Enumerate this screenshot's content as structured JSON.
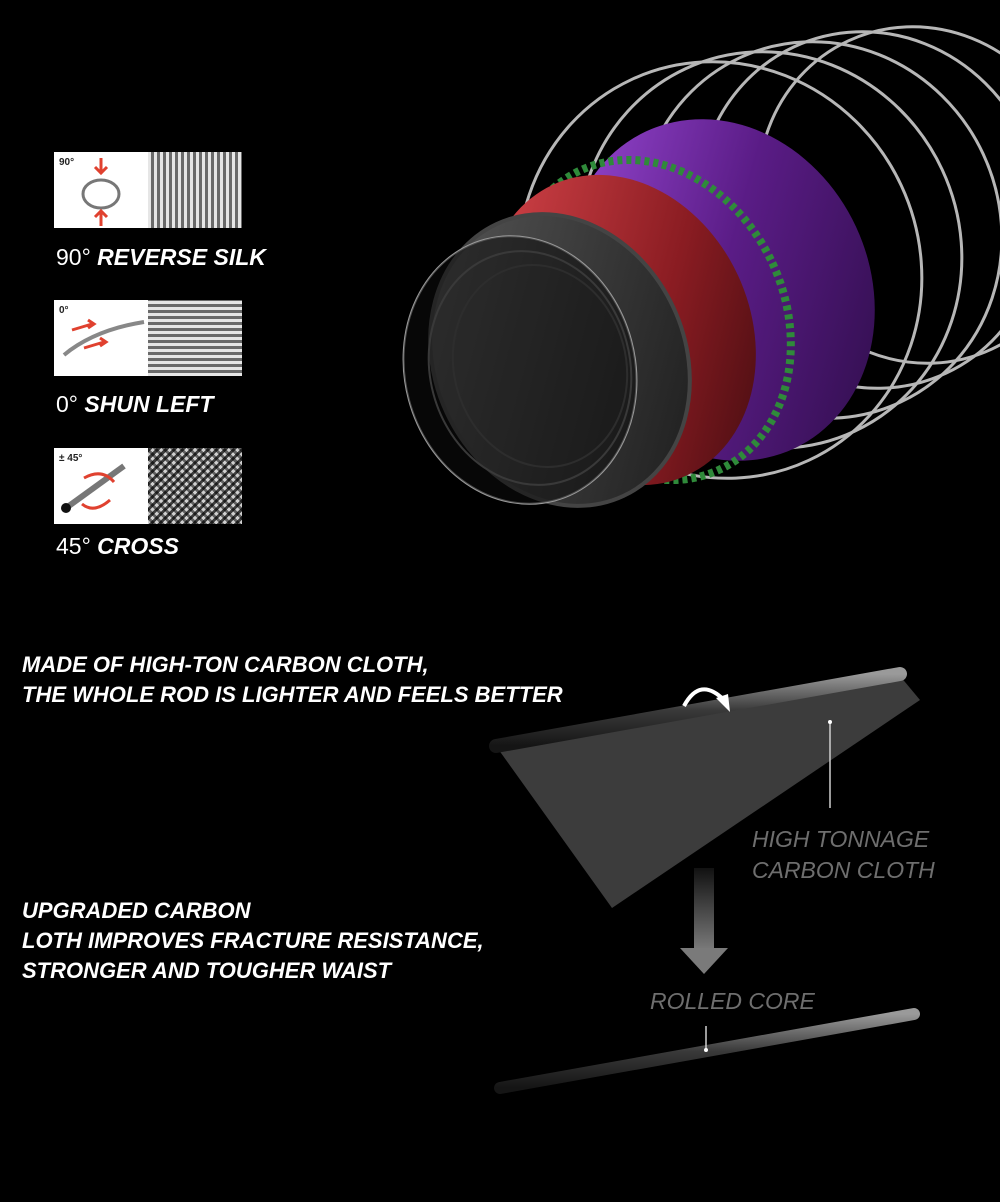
{
  "layers": [
    {
      "angle": "90°",
      "degree_text": "90°",
      "name": "REVERSE SILK"
    },
    {
      "angle": "0°",
      "degree_text": "0°",
      "name": "SHUN LEFT"
    },
    {
      "angle": "± 45°",
      "degree_text": "45°",
      "name": "CROSS"
    }
  ],
  "features": [
    {
      "lines": [
        "MADE OF HIGH-TON CARBON CLOTH,",
        "THE WHOLE ROD IS LIGHTER AND FEELS BETTER"
      ]
    },
    {
      "lines": [
        "UPGRADED CARBON",
        "LOTH IMPROVES FRACTURE RESISTANCE,",
        "STRONGER AND TOUGHER WAIST"
      ]
    }
  ],
  "diagram": {
    "cloth_label": [
      "HIGH TONNAGE",
      "CARBON CLOTH"
    ],
    "core_label": "ROLLED CORE"
  },
  "colors": {
    "background": "#000000",
    "layer_red": "#b3262b",
    "layer_purple": "#7a2ea8",
    "layer_green": "#2f8a3a",
    "ghost_text": "#6e6e6e"
  }
}
